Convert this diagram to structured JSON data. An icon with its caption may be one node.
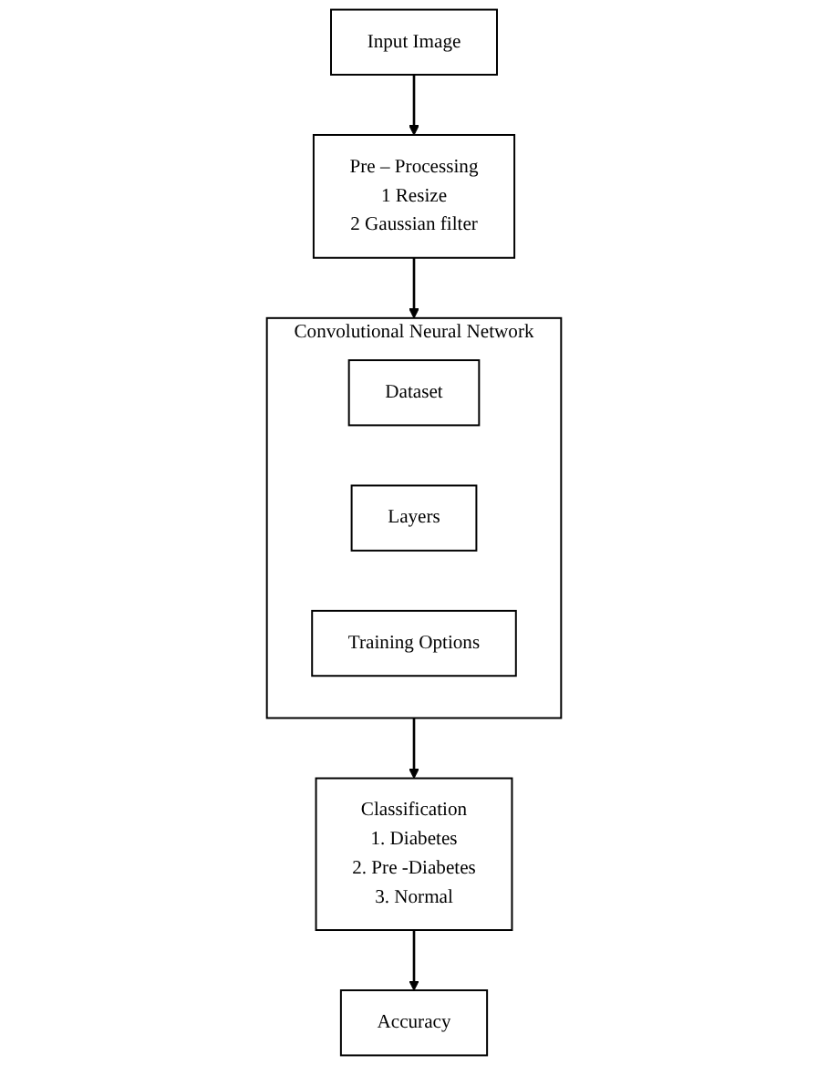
{
  "diagram": {
    "nodes": [
      {
        "text": [
          "Input Image"
        ]
      },
      {
        "text": [
          "Pre – Processing",
          "1 Resize",
          "2 Gaussian filter"
        ]
      },
      {
        "text": [
          "Convolutional Neural Network"
        ]
      },
      {
        "text": [
          "Dataset"
        ],
        "in": 2
      },
      {
        "text": [
          "Layers"
        ],
        "in": 2
      },
      {
        "text": [
          "Training Options"
        ],
        "in": 2
      },
      {
        "text": [
          "Classification",
          "1. Diabetes",
          "2. Pre -Diabetes",
          "3. Normal"
        ]
      },
      {
        "text": [
          "Accuracy"
        ]
      }
    ],
    "edges": [
      {
        "from": 0,
        "to": 1,
        "arrow": "to"
      },
      {
        "from": 1,
        "to": 2,
        "arrow": "to"
      },
      {
        "from": 2,
        "to": 6,
        "arrow": "to"
      },
      {
        "from": 6,
        "to": 7,
        "arrow": "to"
      }
    ]
  }
}
